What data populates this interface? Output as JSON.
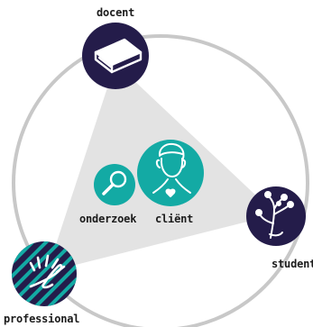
{
  "diagram": {
    "nodes": {
      "docent": {
        "label": "docent",
        "icon": "book-icon"
      },
      "student": {
        "label": "student",
        "icon": "plant-sprout-icon"
      },
      "professional": {
        "label": "professional",
        "icon": "spark-pencil-icon"
      },
      "onderzoek": {
        "label": "onderzoek",
        "icon": "magnifier-icon"
      },
      "client": {
        "label": "cliënt",
        "icon": "person-heart-icon"
      }
    },
    "colors": {
      "navy": "#241c4a",
      "teal": "#13aaa4",
      "ring": "#c8c8c8",
      "triangle": "#e3e3e3"
    }
  }
}
